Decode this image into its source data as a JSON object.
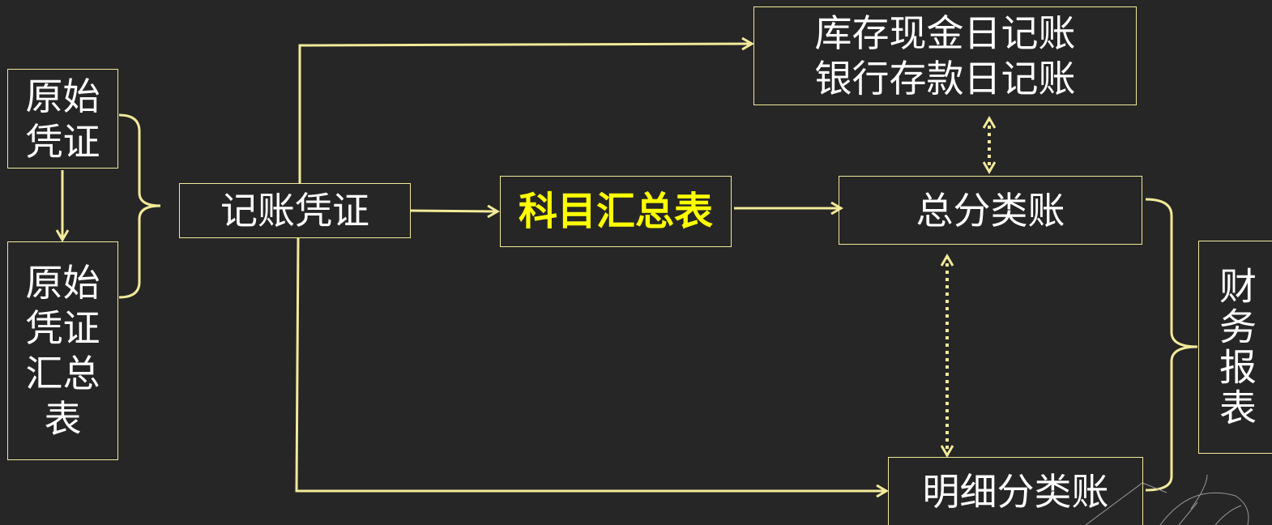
{
  "diagram": {
    "colors": {
      "background": "#262626",
      "line": "#f3ea9a",
      "text": "#ffffff",
      "highlight": "#ffff00"
    },
    "boxes": {
      "original_voucher": "原始\n凭证",
      "original_voucher_summary": "原始\n凭证\n汇总\n表",
      "bookkeeping_voucher": "记账凭证",
      "account_summary_table": "科目汇总表",
      "journals_line1": "库存现金日记账",
      "journals_line2": "银行存款日记账",
      "general_ledger": "总分类账",
      "subsidiary_ledger": "明细分类账",
      "financial_statements": "财务报表"
    }
  }
}
